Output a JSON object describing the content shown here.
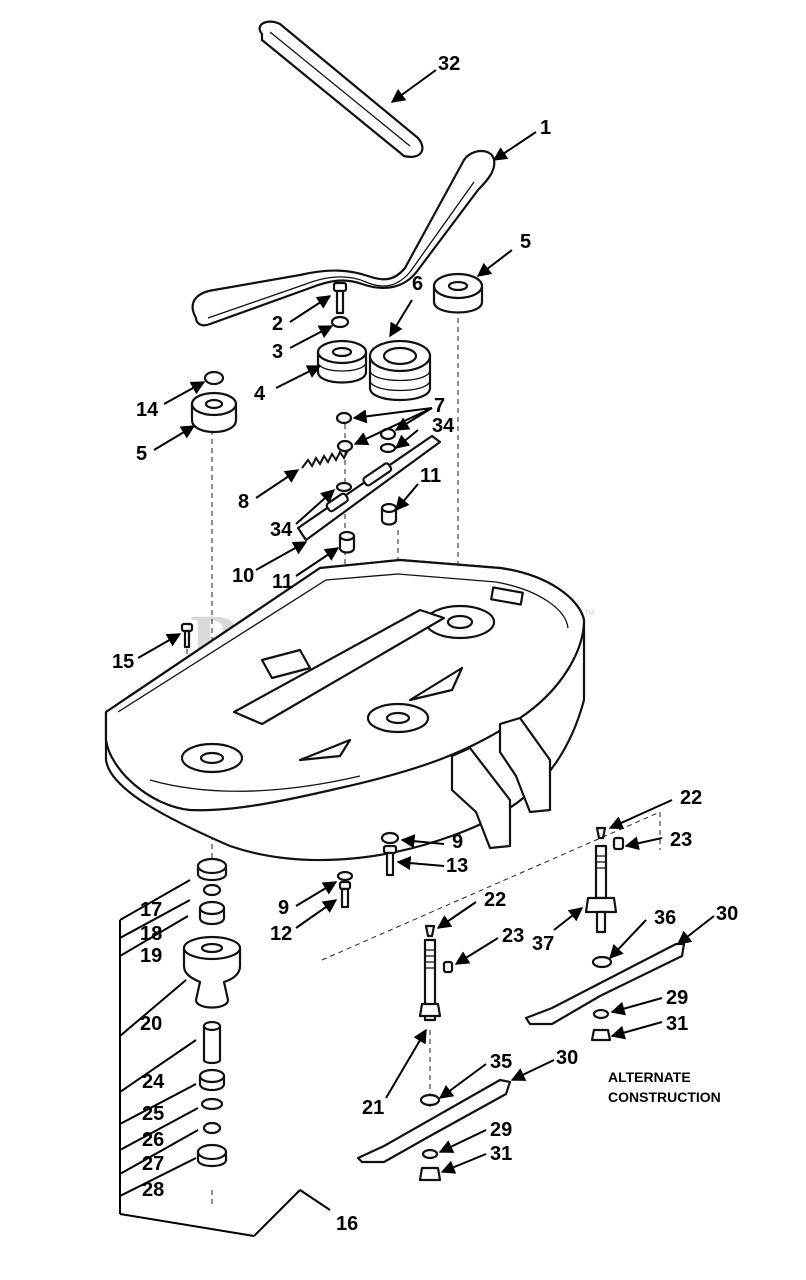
{
  "watermark": {
    "text": "PartsTree",
    "trademark": "™"
  },
  "note_lines": [
    "ALTERNATE",
    "CONSTRUCTION"
  ],
  "callouts": {
    "c1": "1",
    "c2": "2",
    "c3": "3",
    "c4": "4",
    "c5a": "5",
    "c5b": "5",
    "c6": "6",
    "c7": "7",
    "c8": "8",
    "c9a": "9",
    "c9b": "9",
    "c10": "10",
    "c11a": "11",
    "c11b": "11",
    "c12": "12",
    "c13": "13",
    "c14": "14",
    "c15": "15",
    "c16": "16",
    "c17": "17",
    "c18": "18",
    "c19": "19",
    "c20": "20",
    "c21": "21",
    "c22a": "22",
    "c22b": "22",
    "c23a": "23",
    "c23b": "23",
    "c24": "24",
    "c25": "25",
    "c26": "26",
    "c27": "27",
    "c28": "28",
    "c29a": "29",
    "c29b": "29",
    "c30a": "30",
    "c30b": "30",
    "c31a": "31",
    "c31b": "31",
    "c32": "32",
    "c34a": "34",
    "c34b": "34",
    "c35": "35",
    "c36": "36",
    "c37": "37"
  }
}
